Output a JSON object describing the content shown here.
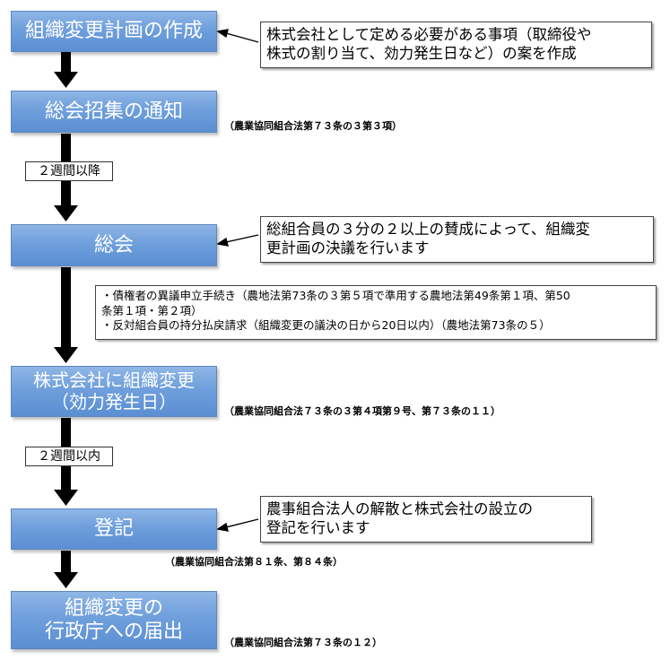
{
  "steps": {
    "plan": "組織変更計画の作成",
    "notice": "総会招集の通知",
    "assembly": "総会",
    "change_l1": "株式会社に組織変更",
    "change_l2": "（効力発生日）",
    "registration": "登記",
    "report_l1": "組織変更の",
    "report_l2": "行政庁への届出"
  },
  "notes": {
    "plan_l1": "株式会社として定める必要がある事項（取締役や",
    "plan_l2": "株式の割り当て、効力発生日など）の案を作成",
    "assembly_l1": "総組合員の３分の２以上の賛成によって、組織変",
    "assembly_l2": "更計画の決議を行います",
    "registration_l1": "農事組合法人の解散と株式会社の設立の",
    "registration_l2": "登記を行います"
  },
  "tags": {
    "after_notice": "２週間以降",
    "within_change": "２週間以内"
  },
  "laws": {
    "notice": "（農業協同組合法第７３条の３第３項）",
    "change": "（農業協同組合法７３条の３第４項第９号、第７３条の１１）",
    "registration": "（農業協同組合法第８１条、第８４条）",
    "report": "（農業協同組合法第７３条の１２）"
  },
  "conditions": {
    "l1": "・債権者の異議申立手続き（農地法第73条の３第５項で準用する農地法第49条第１項、第50",
    "l2": "条第１項・第２項）",
    "l3": "・反対組合員の持分払戻請求（組織変更の議決の日から20日以内）（農地法第73条の５）"
  }
}
